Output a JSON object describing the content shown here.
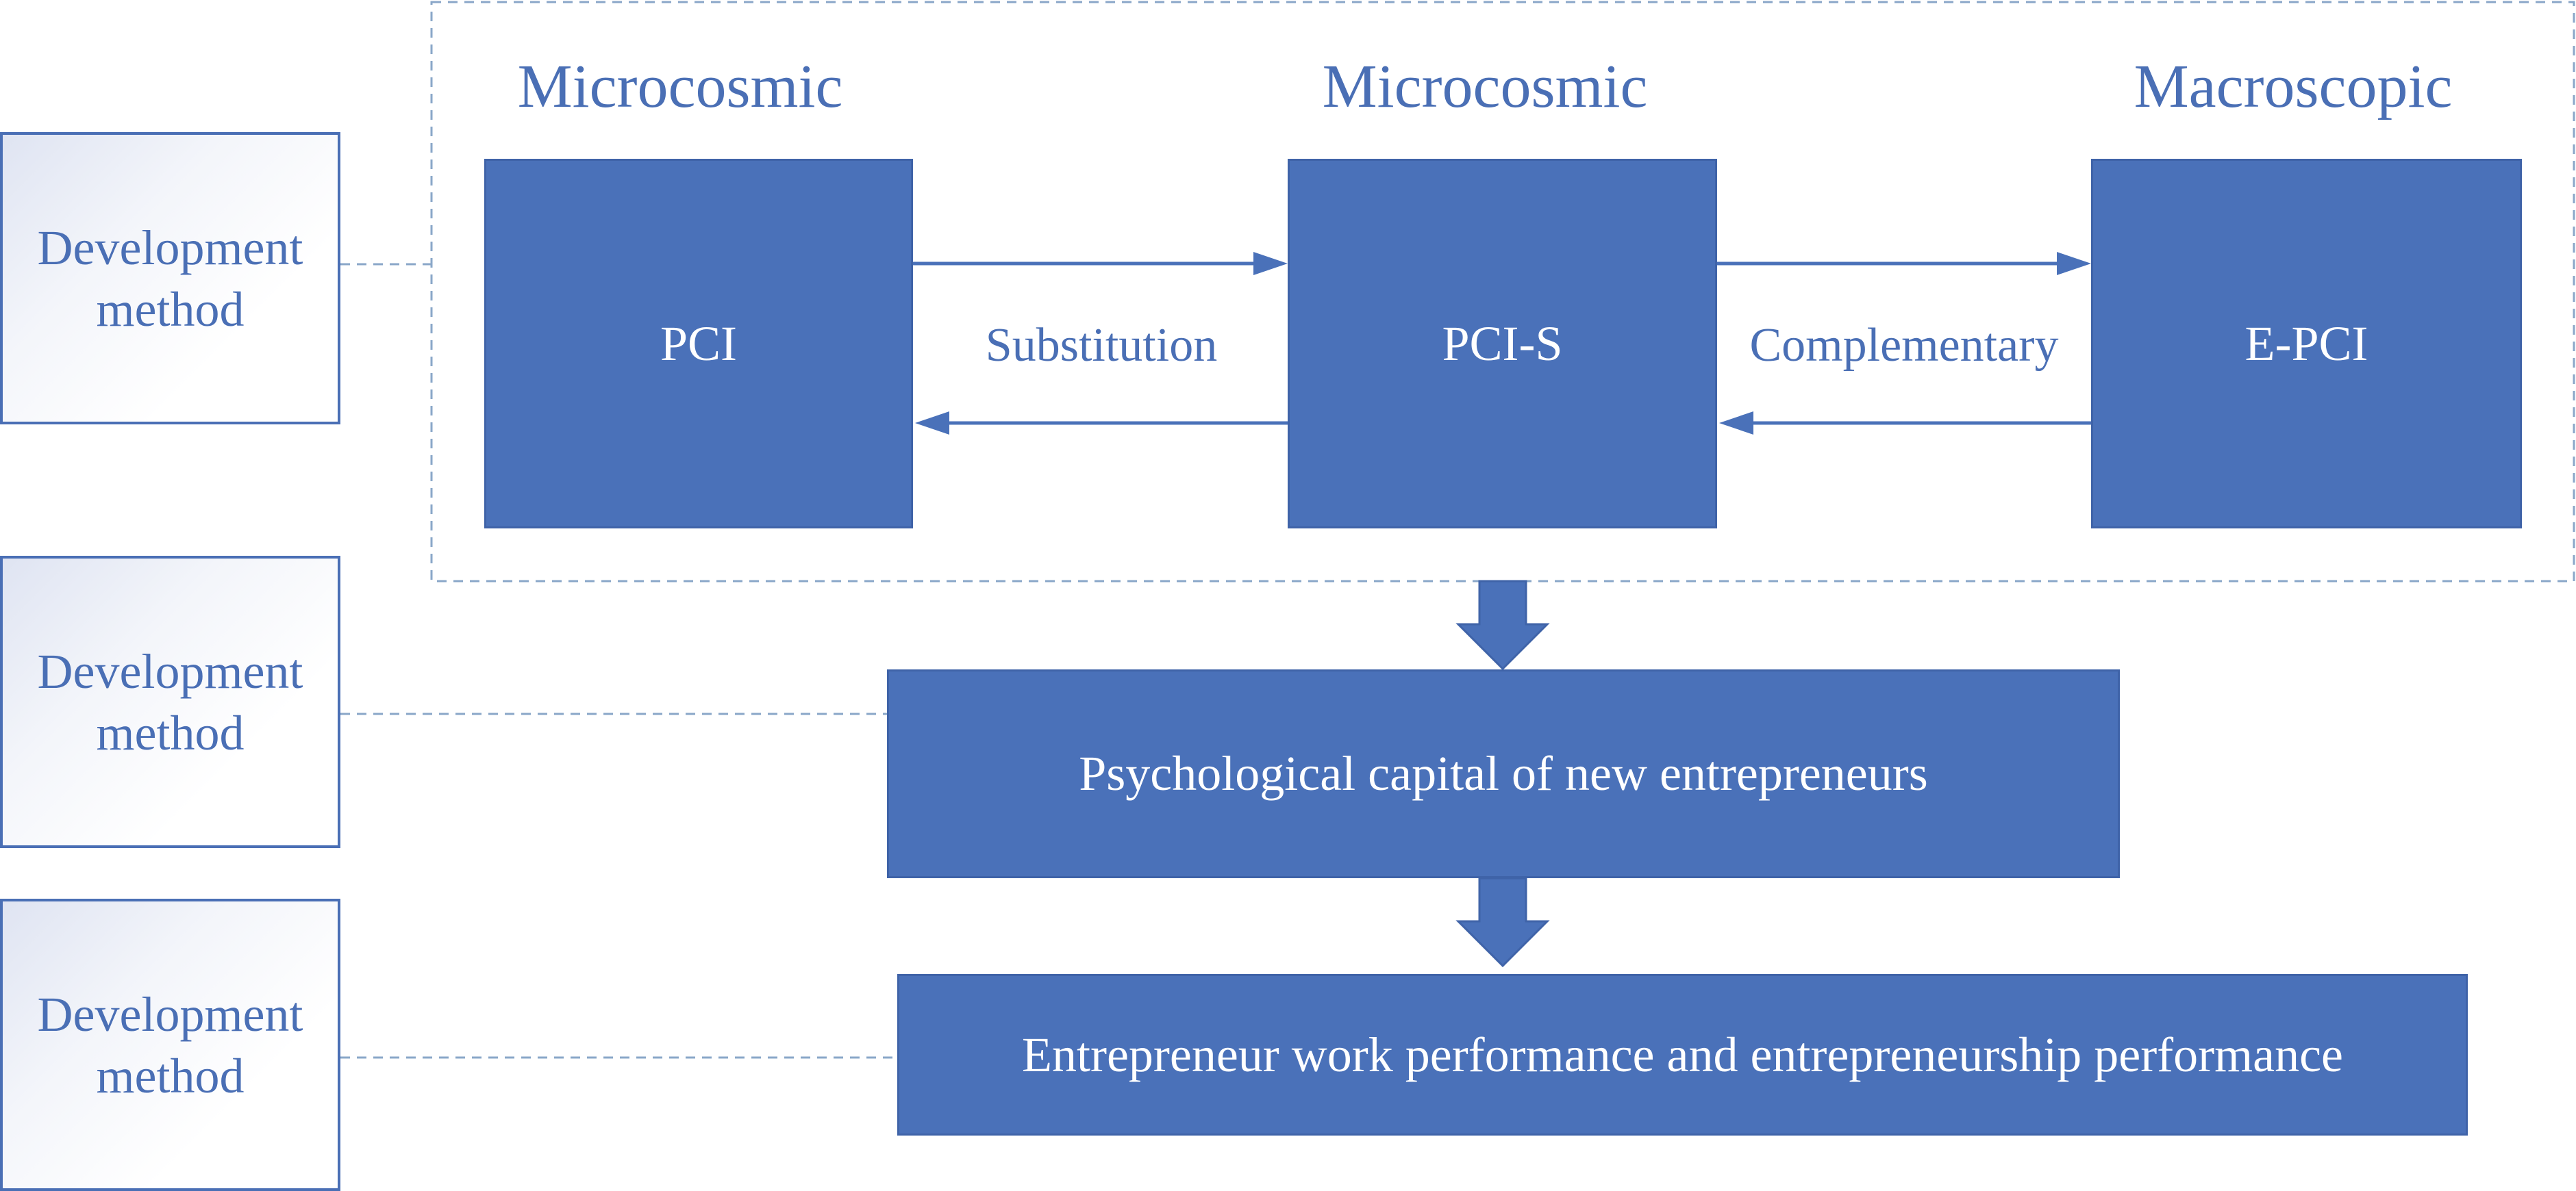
{
  "colors": {
    "primary": "#4a71b9",
    "text_blue": "#4a6fb5",
    "dashed": "#8aa7c8"
  },
  "headings": {
    "left": "Microcosmic",
    "middle": "Microcosmic",
    "right": "Macroscopic"
  },
  "nodes": {
    "pci": "PCI",
    "pci_s": "PCI-S",
    "e_pci": "E-PCI",
    "psychological_capital": "Psychological capital of new entrepreneurs",
    "performance": "Entrepreneur work performance and entrepreneurship performance"
  },
  "edges": {
    "substitution": "Substitution",
    "complementary": "Complementary"
  },
  "method_boxes": [
    {
      "line1": "Development",
      "line2": "method"
    },
    {
      "line1": "Development",
      "line2": "method"
    },
    {
      "line1": "Development",
      "line2": "method"
    }
  ]
}
